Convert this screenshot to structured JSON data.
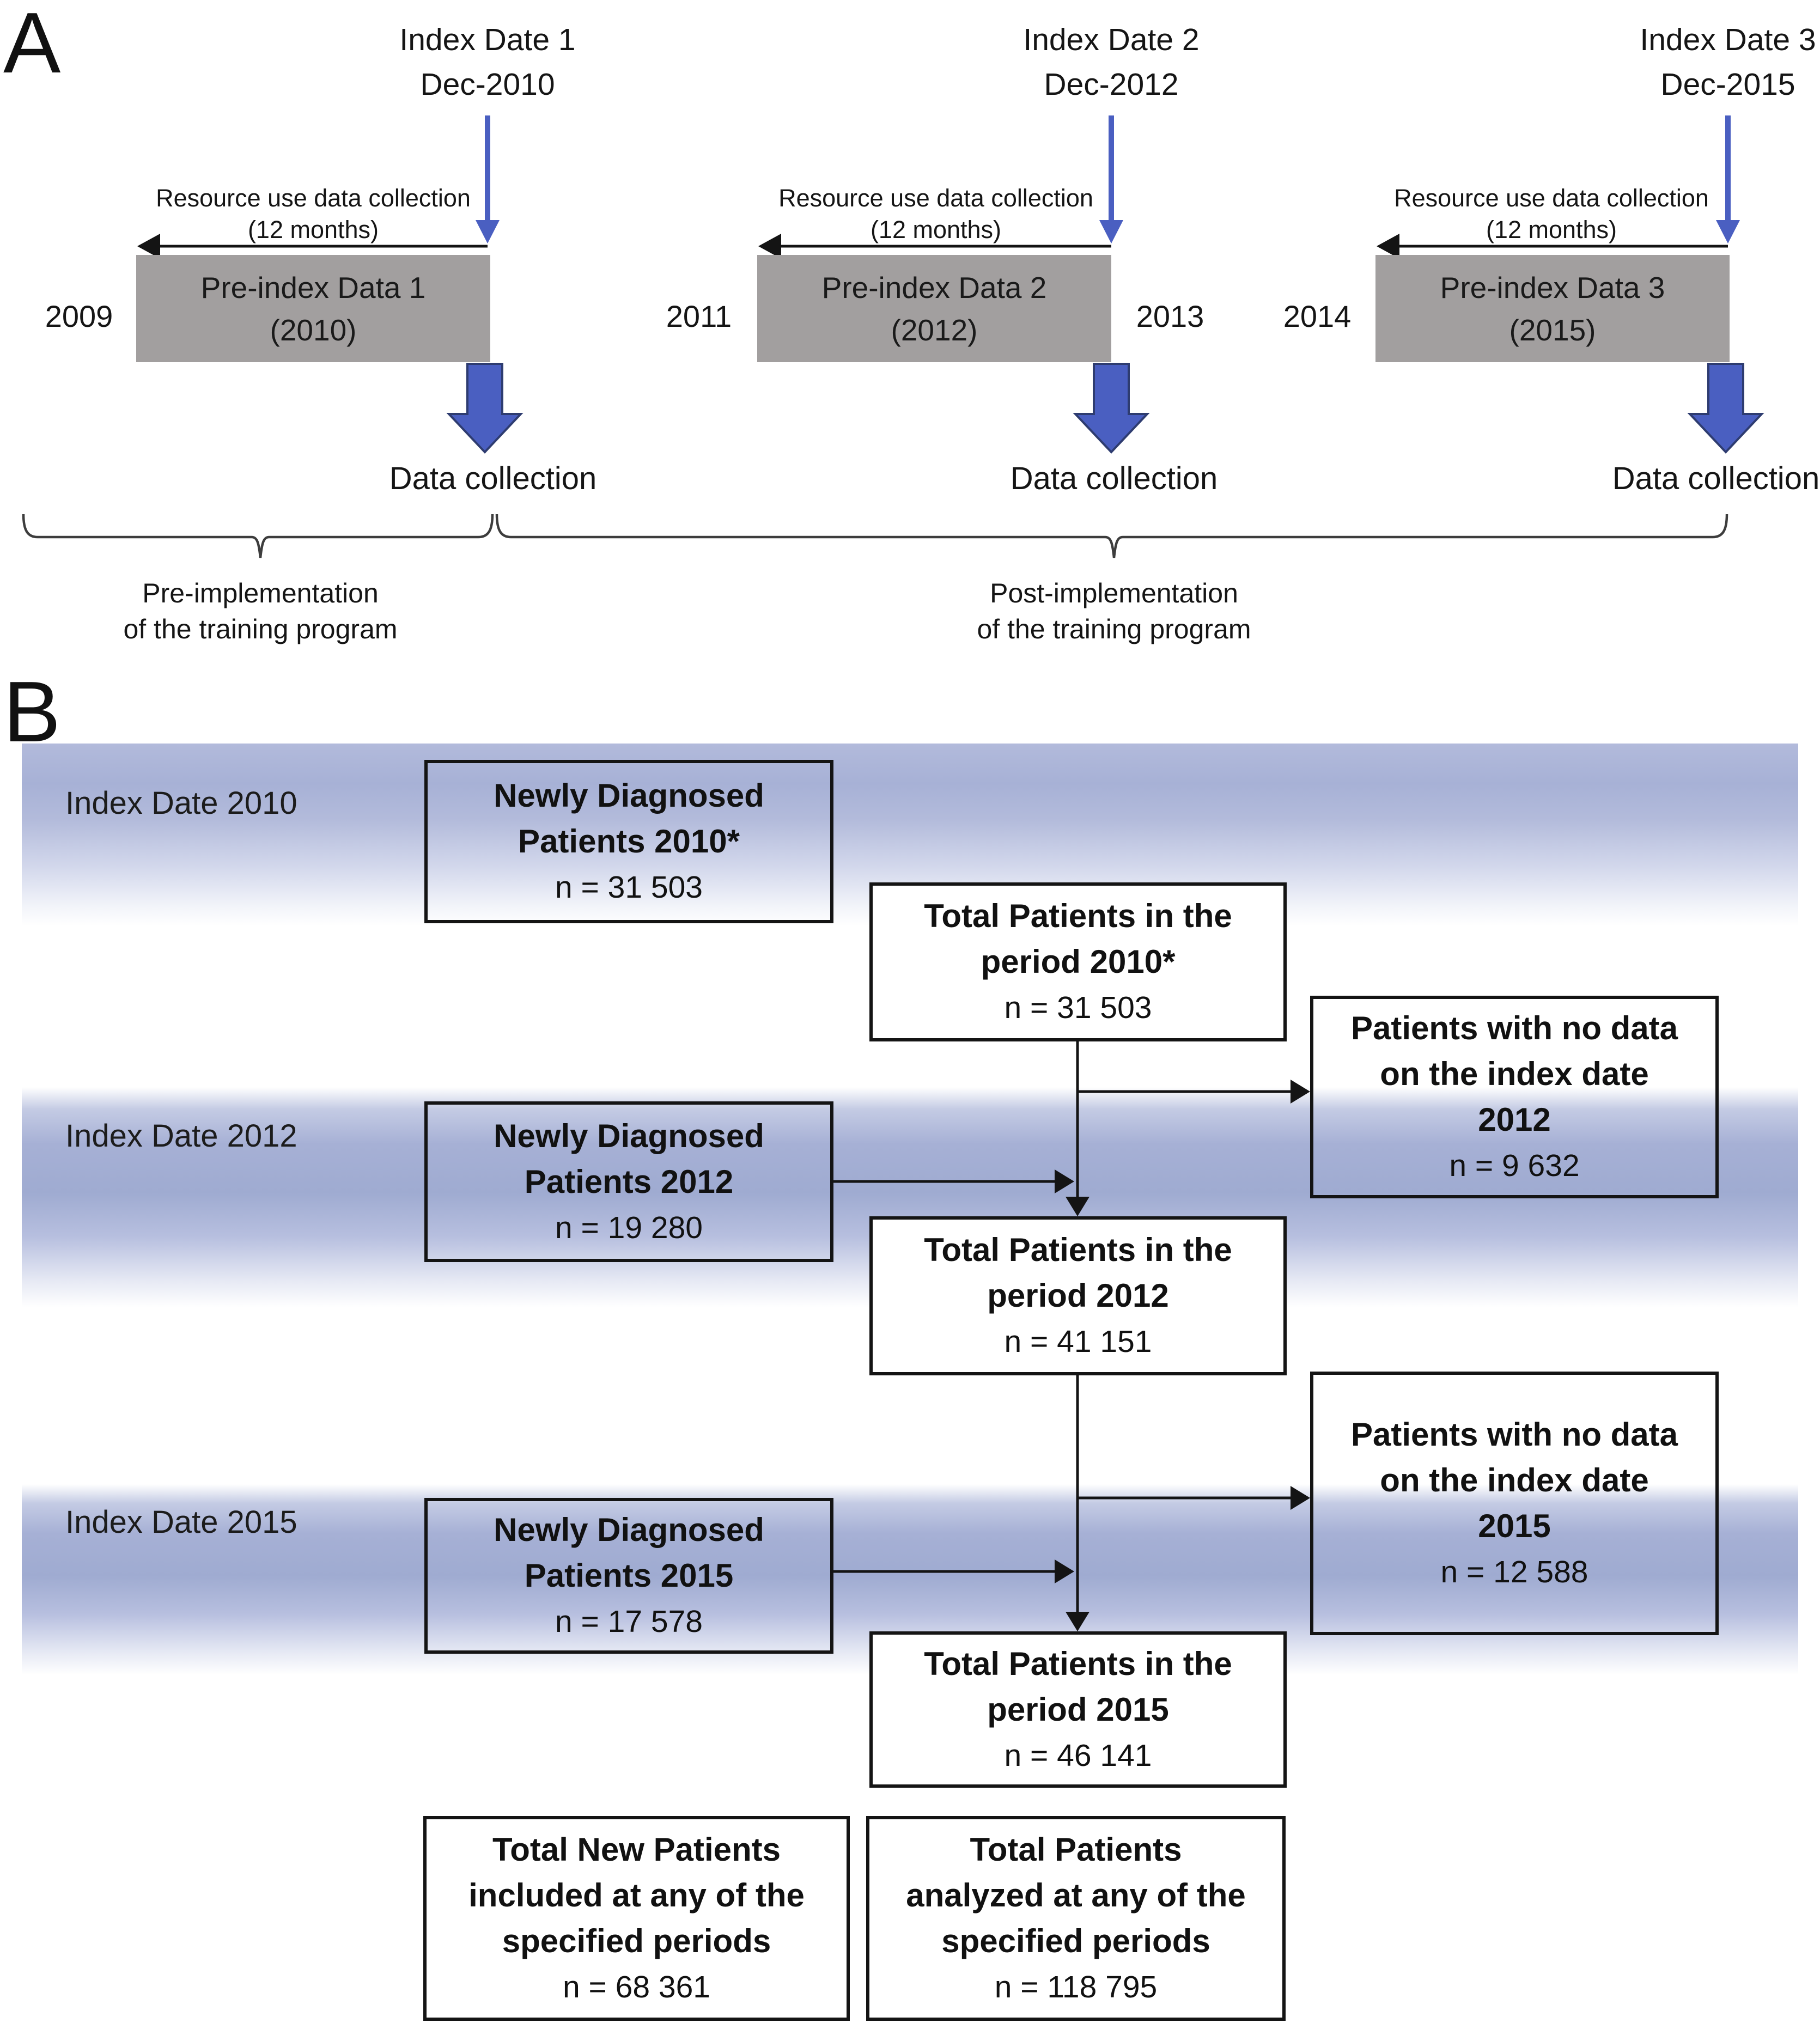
{
  "colors": {
    "arrow_blue": "#4a5fc1",
    "arrow_outline": "#2e3c70",
    "grey_box": "#a29f9f",
    "band_blue": "#9fabd1",
    "line_black": "#141414"
  },
  "panelA": {
    "label": "A",
    "segments": [
      {
        "index_title": "Index Date 1",
        "index_date": "Dec-2010",
        "resource_line1": "Resource use data collection",
        "resource_line2": "(12 months)",
        "box_line1": "Pre-index Data 1",
        "box_line2": "(2010)",
        "data_collection": "Data collection"
      },
      {
        "index_title": "Index Date 2",
        "index_date": "Dec-2012",
        "resource_line1": "Resource use data collection",
        "resource_line2": "(12 months)",
        "box_line1": "Pre-index Data 2",
        "box_line2": "(2012)",
        "data_collection": "Data collection"
      },
      {
        "index_title": "Index Date 3",
        "index_date": "Dec-2015",
        "resource_line1": "Resource use data collection",
        "resource_line2": "(12 months)",
        "box_line1": "Pre-index Data 3",
        "box_line2": "(2015)",
        "data_collection": "Data collection"
      }
    ],
    "years": [
      "2009",
      "2011",
      "2013",
      "2014"
    ],
    "braces": [
      {
        "line1": "Pre-implementation",
        "line2": "of the training program"
      },
      {
        "line1": "Post-implementation",
        "line2": "of the training program"
      }
    ]
  },
  "panelB": {
    "label": "B",
    "bands": [
      {
        "label": "Index Date 2010"
      },
      {
        "label": "Index Date 2012"
      },
      {
        "label": "Index Date 2015"
      }
    ],
    "boxes": {
      "newly2010": {
        "l1": "Newly Diagnosed",
        "l2": "Patients 2010*",
        "n": "n = 31 503"
      },
      "total2010": {
        "l1": "Total Patients in the",
        "l2": "period 2010*",
        "n": "n = 31 503"
      },
      "nodata2012": {
        "l1": "Patients with no data",
        "l2": "on the index date",
        "l3": "2012",
        "n": "n = 9 632"
      },
      "newly2012": {
        "l1": "Newly Diagnosed",
        "l2": "Patients 2012",
        "n": "n = 19 280"
      },
      "total2012": {
        "l1": "Total Patients in the",
        "l2": "period 2012",
        "n": "n = 41 151"
      },
      "nodata2015": {
        "l1": "Patients with no data",
        "l2": "on the index date",
        "l3": "2015",
        "n": "n = 12 588"
      },
      "newly2015": {
        "l1": "Newly Diagnosed",
        "l2": "Patients 2015",
        "n": "n = 17 578"
      },
      "total2015": {
        "l1": "Total Patients in the",
        "l2": "period 2015",
        "n": "n = 46 141"
      },
      "bottomLeft": {
        "l1": "Total New Patients",
        "l2": "included at any of the",
        "l3": "specified periods",
        "n": "n = 68 361"
      },
      "bottomCenter": {
        "l1": "Total Patients",
        "l2": "analyzed at any of the",
        "l3": "specified periods",
        "n": "n = 118 795"
      }
    }
  }
}
